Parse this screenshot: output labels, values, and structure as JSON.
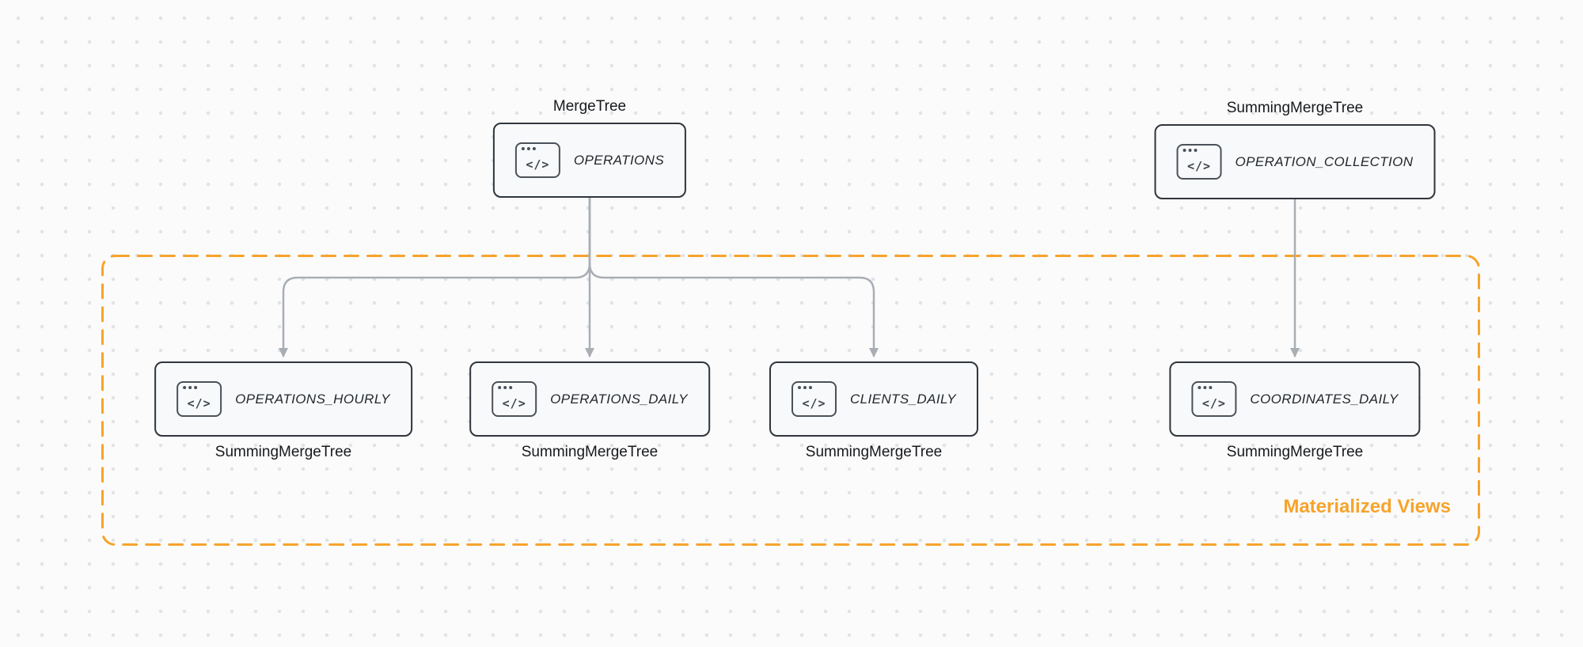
{
  "theme": {
    "background": "#fbfbfc",
    "dot_color": "#e0e3e7",
    "node_bg": "#f8f9fa",
    "node_border": "#30363c",
    "arrow_color": "#a9aeb4",
    "accent_orange": "#f7a32b",
    "text_dark": "#17191c"
  },
  "icon_glyph": "</>",
  "sources": [
    {
      "engine": "MergeTree",
      "label": "OPERATIONS"
    },
    {
      "engine": "SummingMergeTree",
      "label": "OPERATION_COLLECTION"
    }
  ],
  "views": [
    {
      "label": "OPERATIONS_HOURLY",
      "engine": "SummingMergeTree"
    },
    {
      "label": "OPERATIONS_DAILY",
      "engine": "SummingMergeTree"
    },
    {
      "label": "CLIENTS_DAILY",
      "engine": "SummingMergeTree"
    },
    {
      "label": "COORDINATES_DAILY",
      "engine": "SummingMergeTree"
    }
  ],
  "group": {
    "label": "Materialized Views"
  }
}
